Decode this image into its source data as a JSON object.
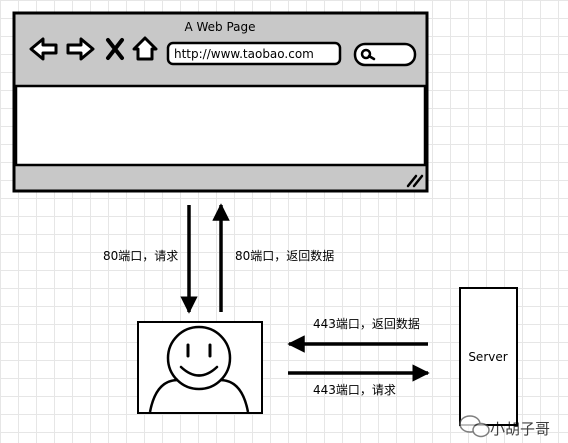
{
  "browser": {
    "title": "A Web Page",
    "url": "http://www.taobao.com",
    "icons": [
      "back-arrow-icon",
      "forward-arrow-icon",
      "close-x-icon",
      "home-icon",
      "search-icon",
      "resize-grip-icon"
    ]
  },
  "arrows": {
    "request_80": "80端口，请求",
    "response_80": "80端口，返回数据",
    "response_443": "443端口，返回数据",
    "request_443": "443端口，请求"
  },
  "user": {
    "icon": "smiley-face-icon"
  },
  "server": {
    "label": "Server"
  },
  "watermark": {
    "text": "小胡子哥",
    "icon": "wechat-icon"
  },
  "colors": {
    "toolbar": "#c8c8c8",
    "stroke": "#000000",
    "background": "#ffffff",
    "grid": "#e6e6e6"
  }
}
